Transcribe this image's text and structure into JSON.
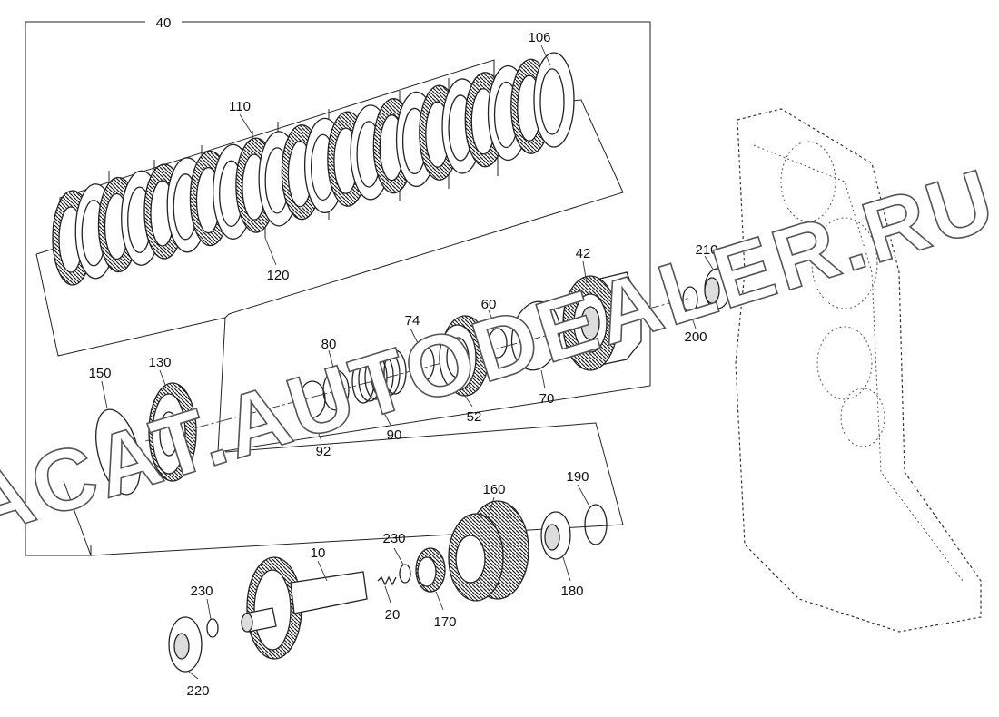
{
  "watermark": "ACAT.AUTODEALER.RU",
  "callouts": {
    "c40": "40",
    "c106": "106",
    "c110": "110",
    "c120": "120",
    "c42": "42",
    "c210": "210",
    "c200": "200",
    "c74": "74",
    "c80": "80",
    "c60": "60",
    "c70": "70",
    "c52": "52",
    "c90": "90",
    "c92": "92",
    "c150": "150",
    "c130": "130",
    "c190": "190",
    "c160": "160",
    "c230a": "230",
    "c10": "10",
    "c230b": "230",
    "c20": "20",
    "c170": "170",
    "c180": "180",
    "c220": "220"
  }
}
